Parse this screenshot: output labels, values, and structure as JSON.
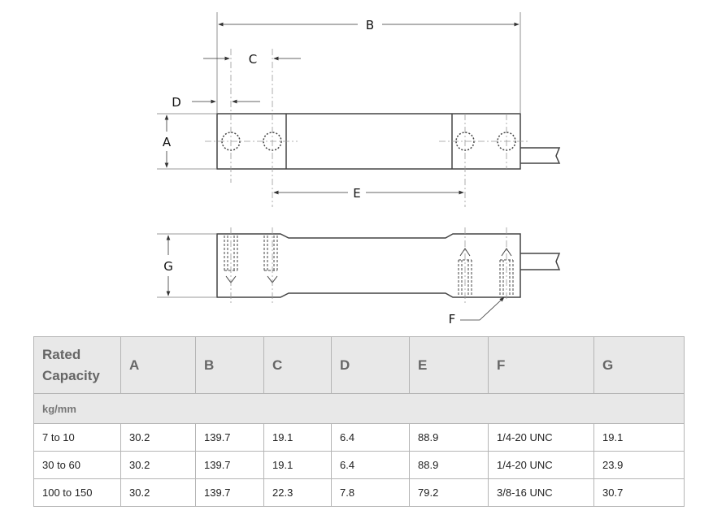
{
  "drawing": {
    "labels": {
      "A": "A",
      "B": "B",
      "C": "C",
      "D": "D",
      "E": "E",
      "F": "F",
      "G": "G"
    }
  },
  "table": {
    "headers": [
      "Rated Capacity",
      "A",
      "B",
      "C",
      "D",
      "E",
      "F",
      "G"
    ],
    "unit": "kg/mm",
    "rows": [
      [
        "7 to 10",
        "30.2",
        "139.7",
        "19.1",
        "6.4",
        "88.9",
        "1/4-20 UNC",
        "19.1"
      ],
      [
        "30 to 60",
        "30.2",
        "139.7",
        "19.1",
        "6.4",
        "88.9",
        "1/4-20 UNC",
        "23.9"
      ],
      [
        "100 to 150",
        "30.2",
        "139.7",
        "22.3",
        "7.8",
        "79.2",
        "3/8-16 UNC",
        "30.7"
      ]
    ]
  }
}
